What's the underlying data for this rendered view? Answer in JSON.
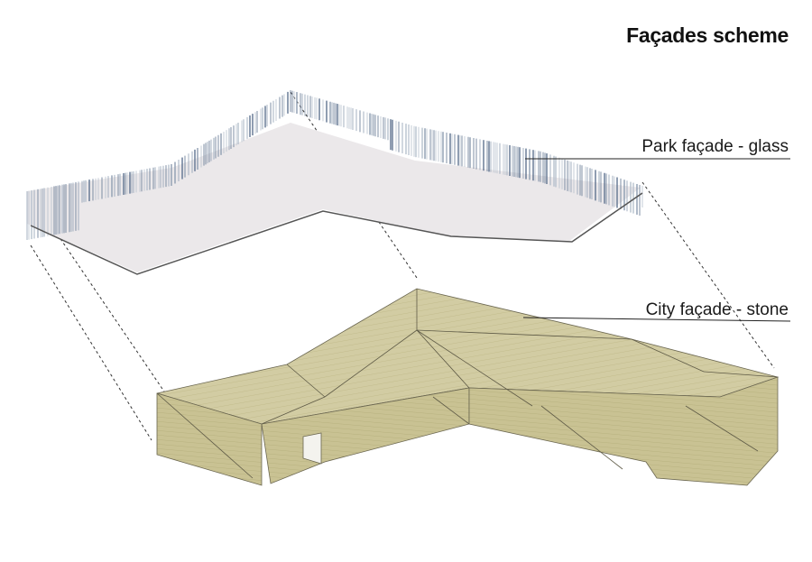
{
  "title": "Façades scheme",
  "labels": {
    "park": "Park façade - glass",
    "city": "City façade - stone"
  },
  "colors": {
    "glass_stripe": "#7d8fa6",
    "glass_floor": "#ebe8ea",
    "stone": "#d1cba1",
    "stone_top": "#dcd6b0",
    "stone_side": "#c9c292",
    "outline": "#555555"
  }
}
